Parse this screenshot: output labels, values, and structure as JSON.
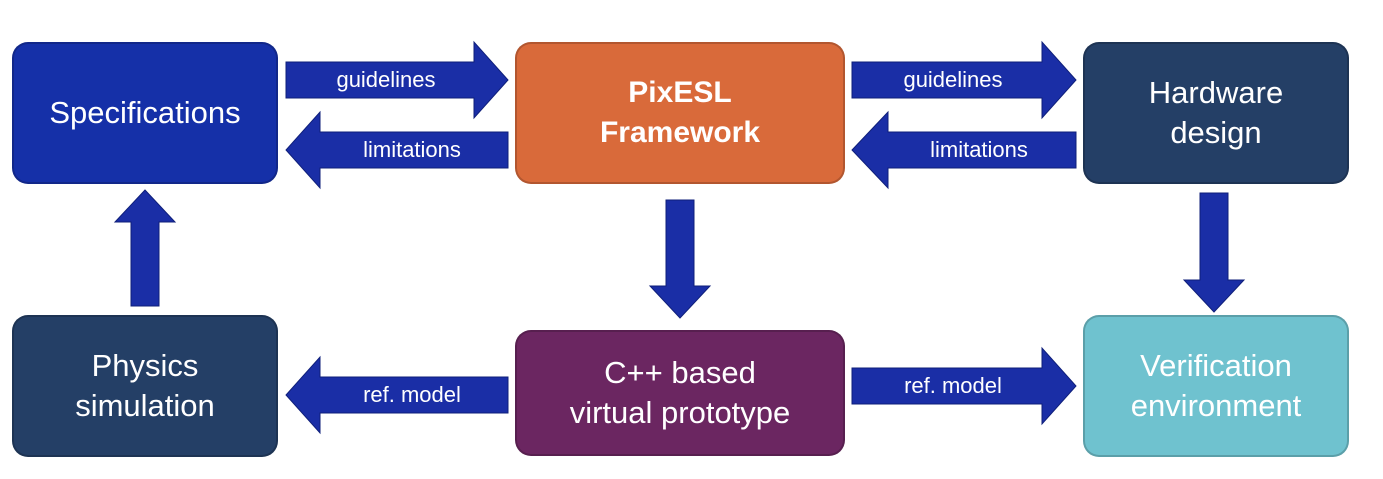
{
  "colors": {
    "arrow": "#1a2ea6",
    "specifications": "#1530a8",
    "framework": "#d96a3a",
    "hardware": "#243f66",
    "physics": "#243f66",
    "prototype": "#6b2661",
    "verification": "#6fc2cf"
  },
  "boxes": {
    "specifications": "Specifications",
    "framework": "PixESL\nFramework",
    "hardware": "Hardware\ndesign",
    "physics": "Physics\nsimulation",
    "prototype": "C++ based\nvirtual prototype",
    "verification": "Verification\nenvironment"
  },
  "arrows": {
    "spec_to_framework": "guidelines",
    "framework_to_spec": "limitations",
    "framework_to_hardware": "guidelines",
    "hardware_to_framework": "limitations",
    "prototype_to_physics": "ref. model",
    "prototype_to_verification": "ref. model"
  }
}
